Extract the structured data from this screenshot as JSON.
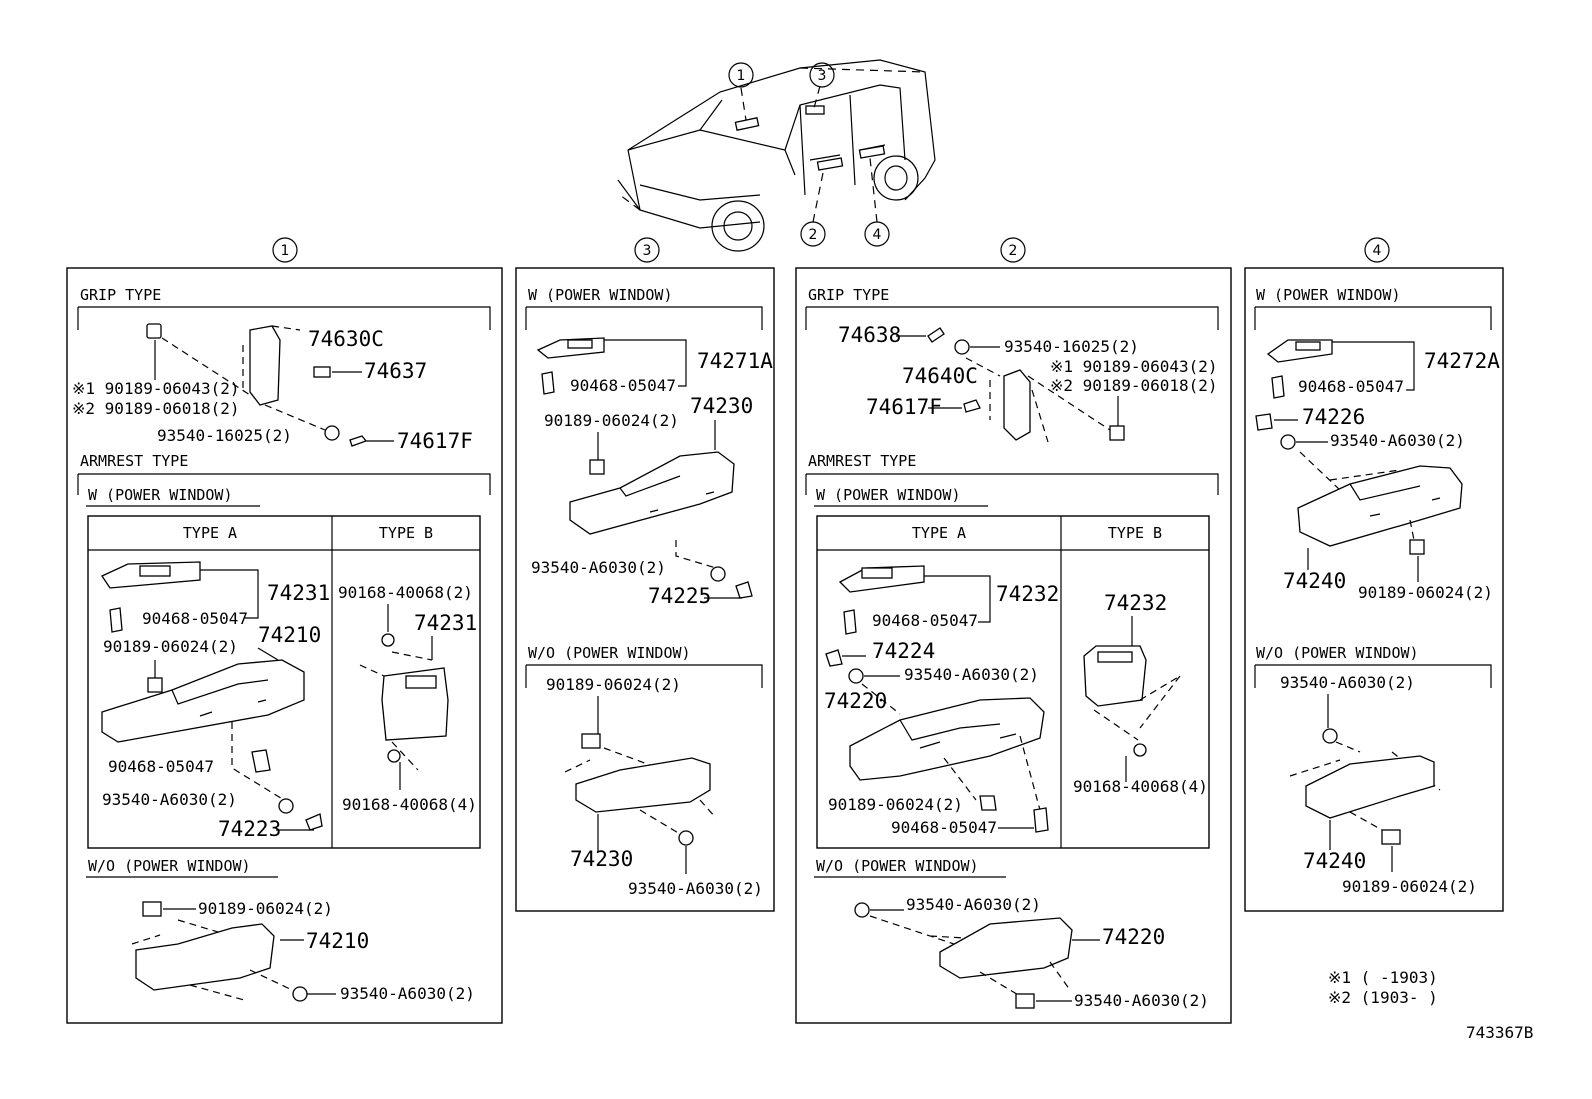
{
  "drawing_id": "743367B",
  "callouts": [
    "1",
    "2",
    "3",
    "4"
  ],
  "footnotes": {
    "n1": "※1 (     -1903)",
    "n2": "※2 (1903-     )"
  },
  "panel1": {
    "grip_type": "GRIP  TYPE",
    "p74630C": "74630C",
    "p74637": "74637",
    "n1_90189_06043": "※1 90189-06043(2)",
    "n2_90189_06018": "※2 90189-06018(2)",
    "p93540_16025": "93540-16025(2)",
    "p74617F": "74617F",
    "armrest_type": "ARMREST  TYPE",
    "w_power": "W (POWER  WINDOW)",
    "type_a": "TYPE  A",
    "type_b": "TYPE  B",
    "p74231": "74231",
    "p90468_05047": "90468-05047",
    "p90189_06024": "90189-06024(2)",
    "p74210": "74210",
    "p90468_05047b": "90468-05047",
    "p93540_A6030": "93540-A6030(2)",
    "p74223": "74223",
    "p90168_40068_2": "90168-40068(2)",
    "p74231b": "74231",
    "p90168_40068_4": "90168-40068(4)",
    "wo_power": "W/O (POWER  WINDOW)",
    "p90189_06024b": "90189-06024(2)",
    "p74210b": "74210",
    "p93540_A6030b": "93540-A6030(2)"
  },
  "panel3": {
    "w_power": "W (POWER  WINDOW)",
    "p74271A": "74271A",
    "p90468_05047": "90468-05047",
    "p90189_06024": "90189-06024(2)",
    "p74230": "74230",
    "p93540_A6030": "93540-A6030(2)",
    "p74225": "74225",
    "wo_power": "W/O (POWER  WINDOW)",
    "p90189_06024b": "90189-06024(2)",
    "p74230b": "74230",
    "p93540_A6030b": "93540-A6030(2)"
  },
  "panel2": {
    "grip_type": "GRIP  TYPE",
    "p74638": "74638",
    "p93540_16025": "93540-16025(2)",
    "p74640C": "74640C",
    "n1_90189_06043": "※1 90189-06043(2)",
    "n2_90189_06018": "※2 90189-06018(2)",
    "p74617F": "74617F",
    "armrest_type": "ARMREST  TYPE",
    "w_power": "W (POWER  WINDOW)",
    "type_a": "TYPE  A",
    "type_b": "TYPE  B",
    "p74232": "74232",
    "p90468_05047": "90468-05047",
    "p74224": "74224",
    "p93540_A6030": "93540-A6030(2)",
    "p74220": "74220",
    "p90189_06024": "90189-06024(2)",
    "p90468_05047b": "90468-05047",
    "p74232b": "74232",
    "p90168_40068_4": "90168-40068(4)",
    "wo_power": "W/O (POWER  WINDOW)",
    "p93540_A6030b": "93540-A6030(2)",
    "p74220b": "74220",
    "p93540_A6030c": "93540-A6030(2)"
  },
  "panel4": {
    "w_power": "W (POWER  WINDOW)",
    "p74272A": "74272A",
    "p90468_05047": "90468-05047",
    "p74226": "74226",
    "p93540_A6030": "93540-A6030(2)",
    "p74240": "74240",
    "p90189_06024": "90189-06024(2)",
    "wo_power": "W/O (POWER  WINDOW)",
    "p93540_A6030b": "93540-A6030(2)",
    "p74240b": "74240",
    "p90189_06024b": "90189-06024(2)"
  }
}
